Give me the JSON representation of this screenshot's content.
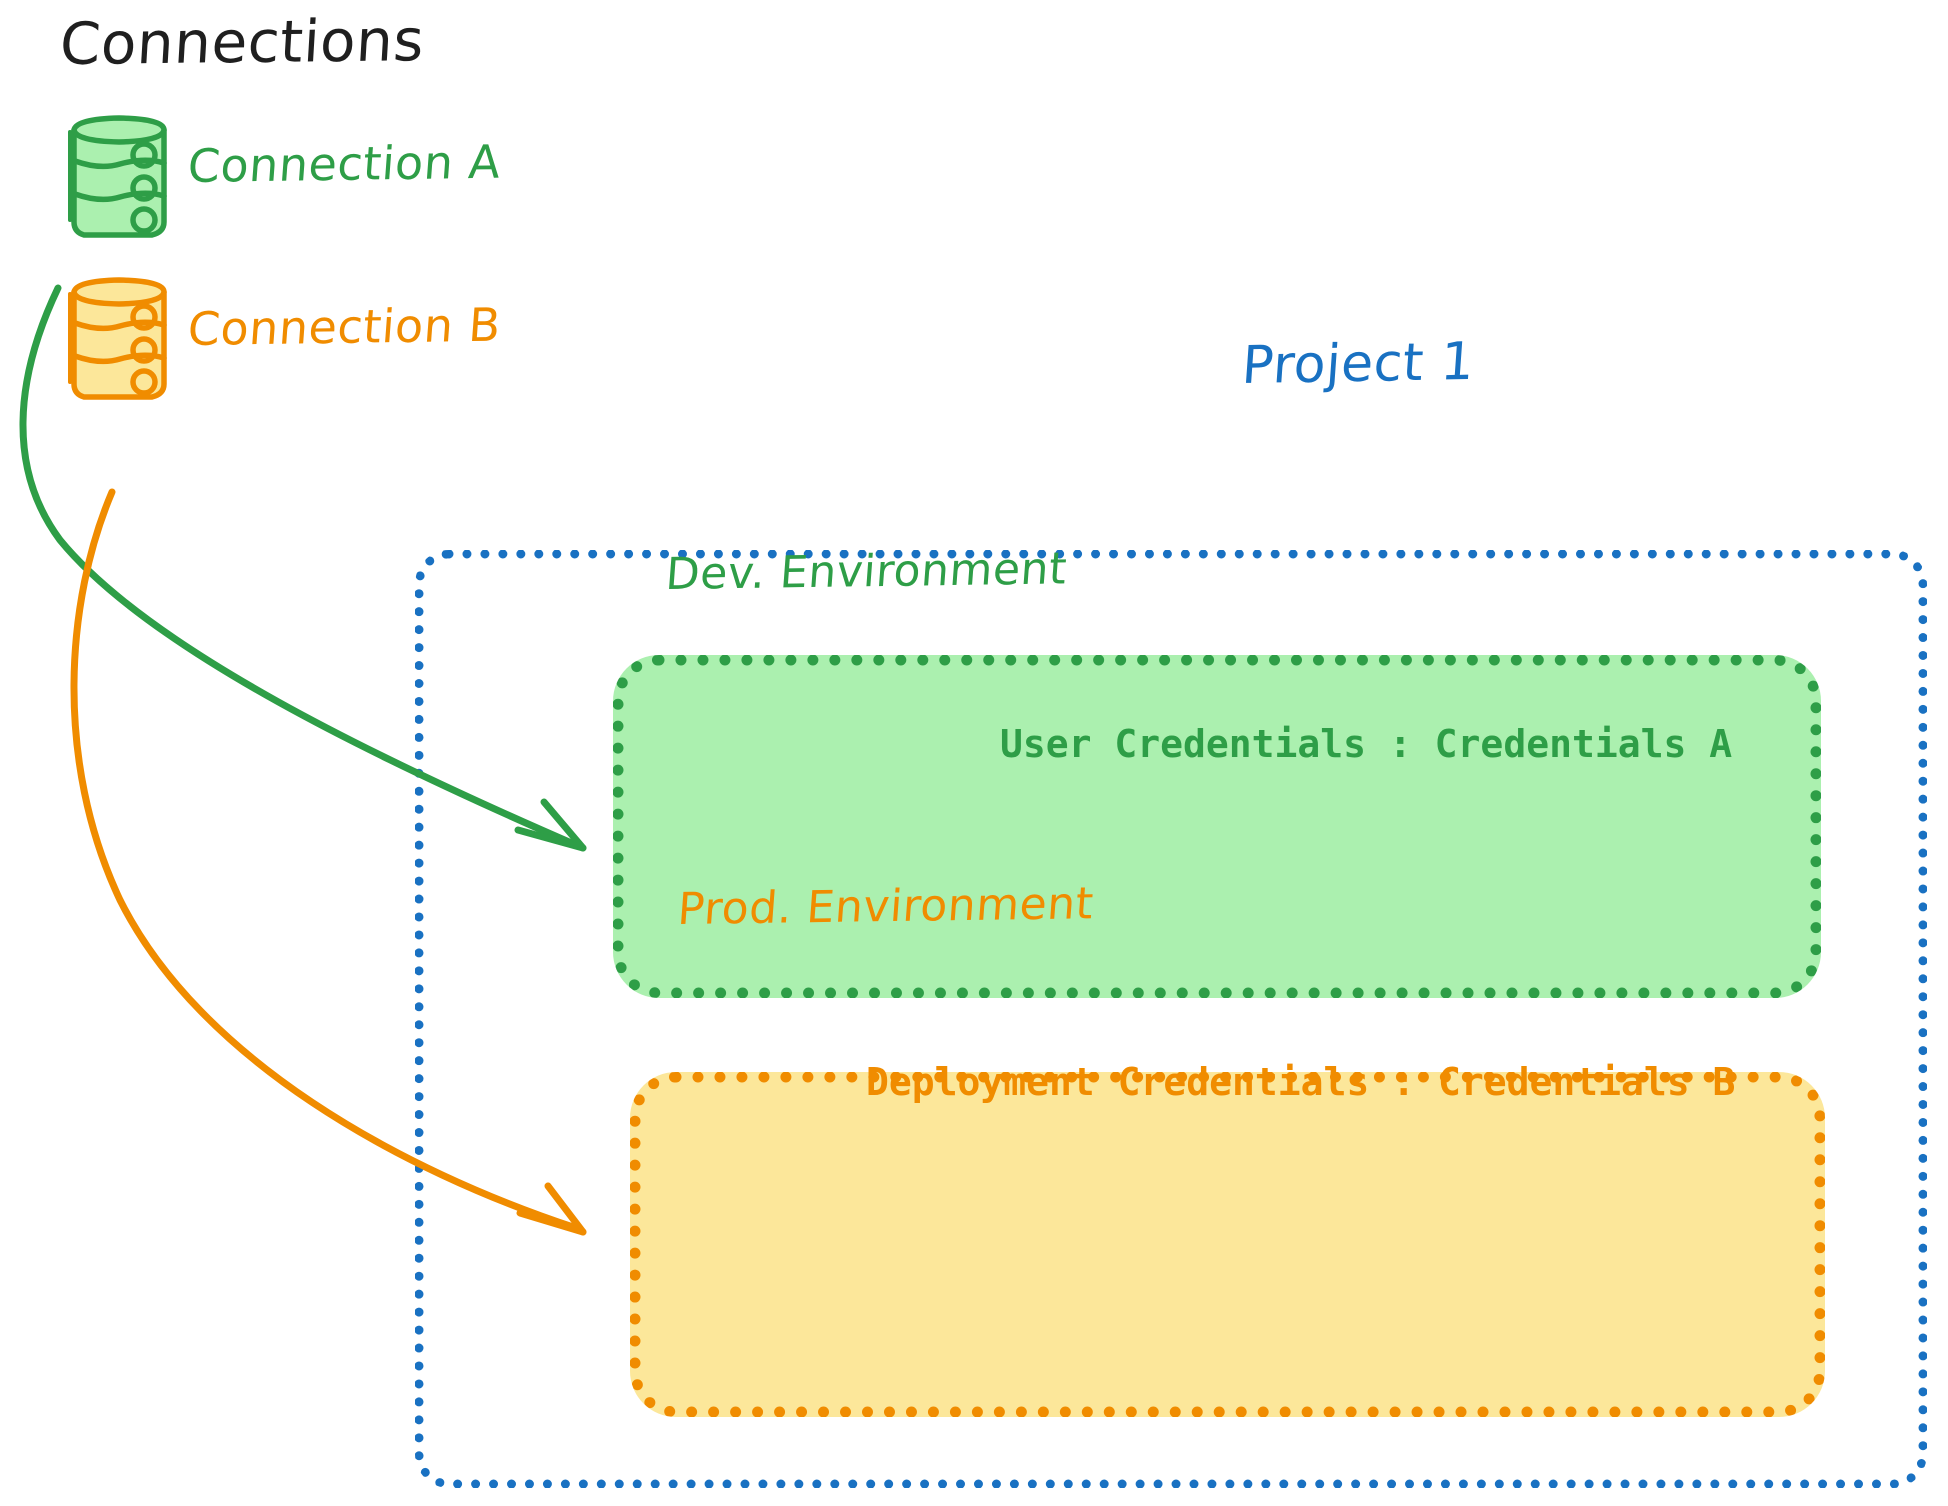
{
  "diagram": {
    "title": "Connections",
    "connections": [
      {
        "id": "connection-a",
        "label": "Connection A",
        "color": "#2e9e47",
        "icon": "database-icon"
      },
      {
        "id": "connection-b",
        "label": "Connection B",
        "color": "#f08c00",
        "icon": "database-icon"
      }
    ],
    "project": {
      "label": "Project 1",
      "color": "#1971c2",
      "environments": [
        {
          "id": "dev",
          "title": "Dev. Environment",
          "credentials_line": "User Credentials : Credentials A",
          "fill": "#abf0af",
          "stroke": "#2e9e47"
        },
        {
          "id": "prod",
          "title": "Prod. Environment",
          "credentials_line": "Deployment Credentials : Credentials B",
          "fill": "#fce79a",
          "stroke": "#f08c00"
        }
      ]
    },
    "arrows": [
      {
        "id": "arrow-a-to-dev",
        "from": "connection-a",
        "to": "dev",
        "color": "#2e9e47"
      },
      {
        "id": "arrow-b-to-prod",
        "from": "connection-b",
        "to": "prod",
        "color": "#f08c00"
      }
    ]
  }
}
